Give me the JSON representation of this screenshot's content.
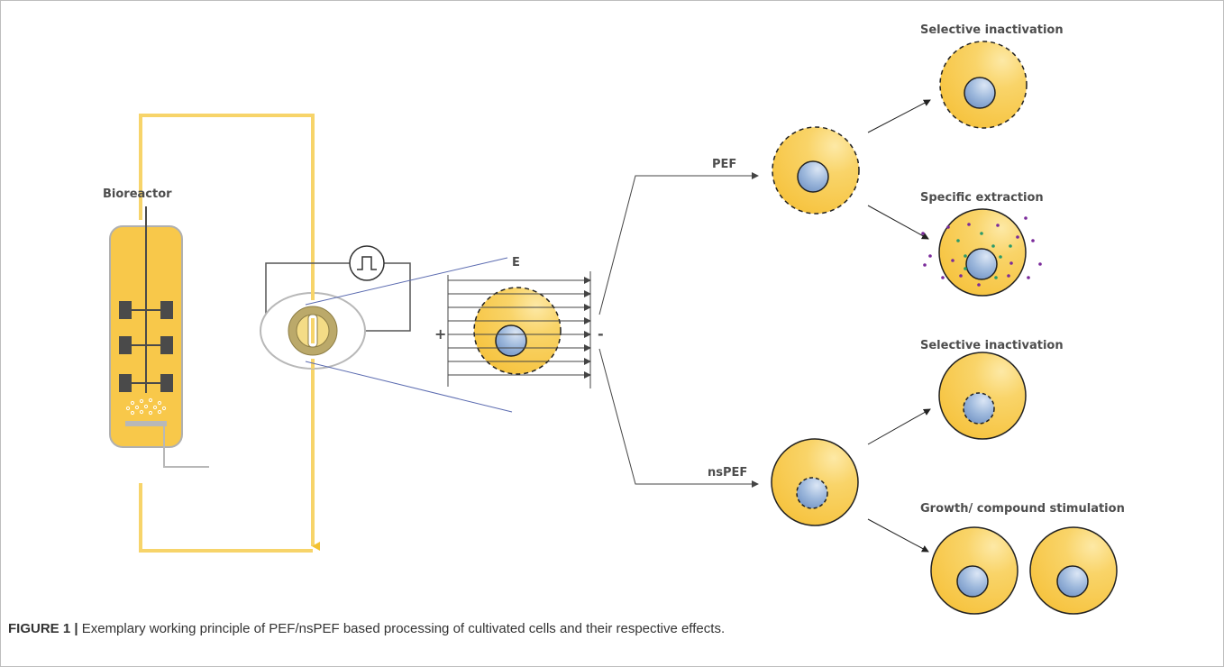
{
  "labels": {
    "bioreactor": "Bioreactor",
    "field": "E",
    "plus": "+",
    "minus": "-",
    "pef": "PEF",
    "nspef": "nsPEF",
    "pef_out1": "Selective inactivation",
    "pef_out2": "Specific extraction",
    "nspef_out1": "Selective inactivation",
    "nspef_out2": "Growth/ compound stimulation"
  },
  "caption": {
    "figure": "FIGURE 1 |",
    "text": "Exemplary working principle of PEF/nsPEF based processing of cultivated cells and their respective effects."
  },
  "colors": {
    "cell_fill": "#f8c84a",
    "cell_highlight": "#fde9a6",
    "nucleus": "#8aa9d3",
    "stroke": "#222222",
    "tube": "#f7d46a",
    "impeller": "#4a4a4a",
    "particle_purple": "#7a2a9a",
    "particle_green": "#2a9a6a"
  }
}
